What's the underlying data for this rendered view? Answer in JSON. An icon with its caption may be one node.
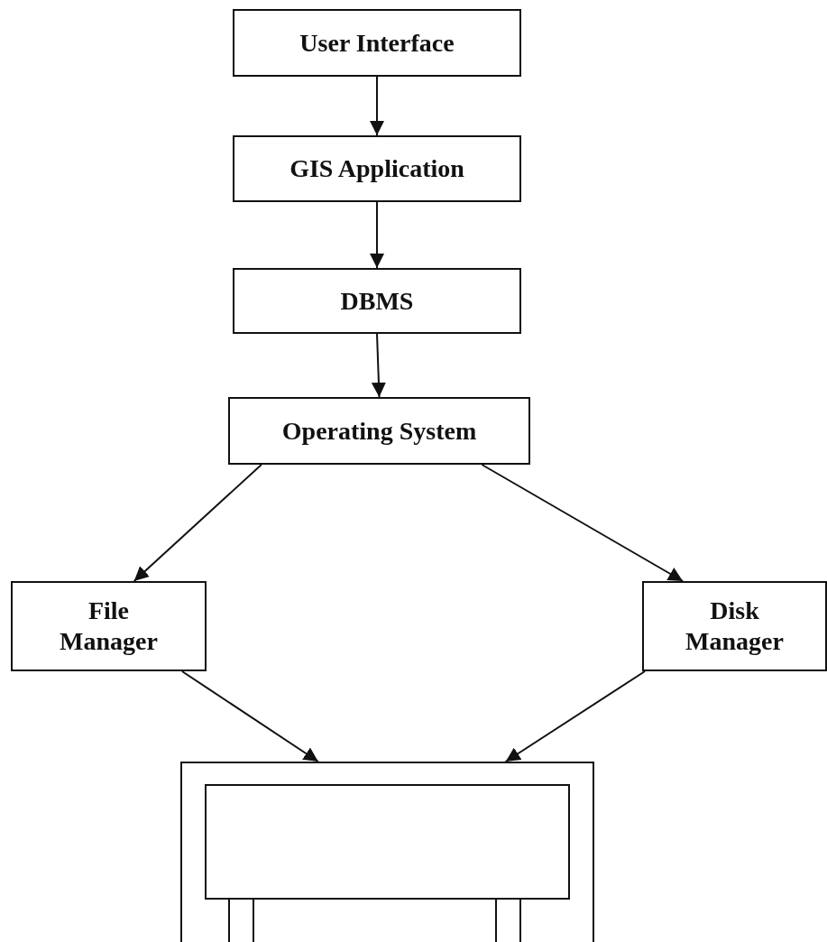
{
  "diagram": {
    "nodes": [
      {
        "text": [
          "User Interface"
        ]
      },
      {
        "text": [
          "GIS Application"
        ]
      },
      {
        "text": [
          "DBMS"
        ]
      },
      {
        "text": [
          "Operating System"
        ]
      },
      {
        "text": [
          "File Manager"
        ]
      },
      {
        "text": [
          "Disk Manager"
        ]
      },
      {
        "text": [],
        "shape": "box"
      }
    ],
    "edges": [
      {
        "from": 0,
        "to": 1,
        "arrow": "to"
      },
      {
        "from": 1,
        "to": 2,
        "arrow": "to"
      },
      {
        "from": 2,
        "to": 3,
        "arrow": "to"
      },
      {
        "from": 3,
        "to": 4,
        "arrow": "to"
      },
      {
        "from": 3,
        "to": 5,
        "arrow": "to"
      },
      {
        "from": 4,
        "to": 6,
        "arrow": "to"
      },
      {
        "from": 5,
        "to": 6,
        "arrow": "to"
      }
    ]
  }
}
